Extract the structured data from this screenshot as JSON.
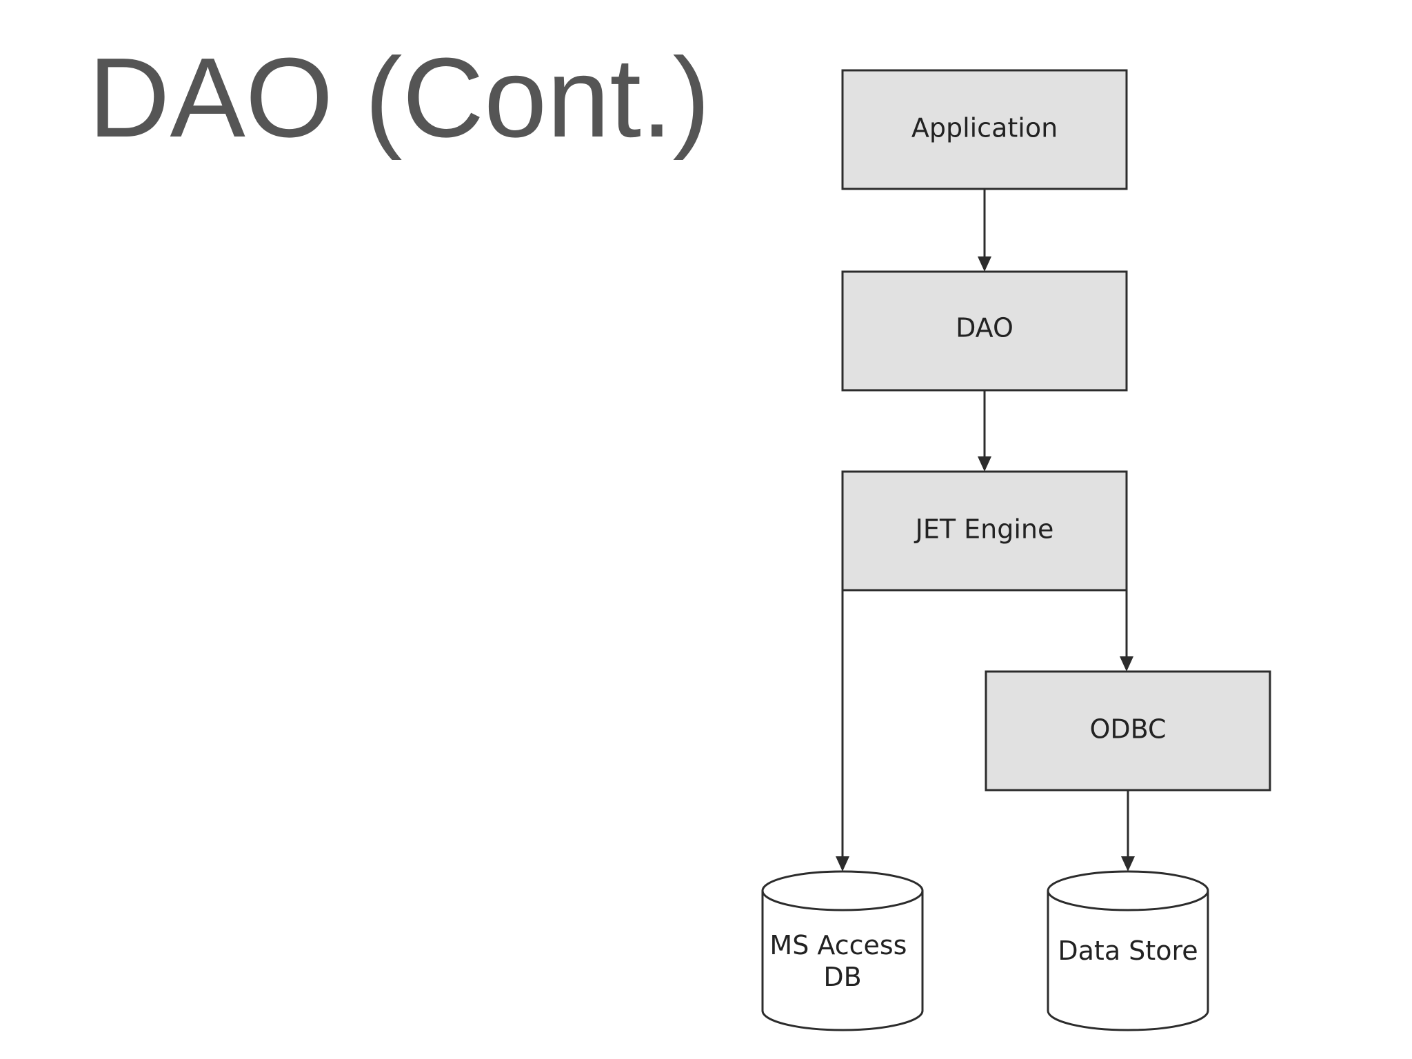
{
  "slide": {
    "title": "DAO (Cont.)"
  },
  "diagram": {
    "nodes": {
      "application": "Application",
      "dao": "DAO",
      "jet_engine": "JET Engine",
      "odbc": "ODBC",
      "ms_access_db": [
        "MS Access",
        "DB"
      ],
      "data_store": "Data Store"
    }
  },
  "colors": {
    "box_fill": "#e1e1e1",
    "line": "#2c2c2c",
    "title_text": "#555555"
  }
}
